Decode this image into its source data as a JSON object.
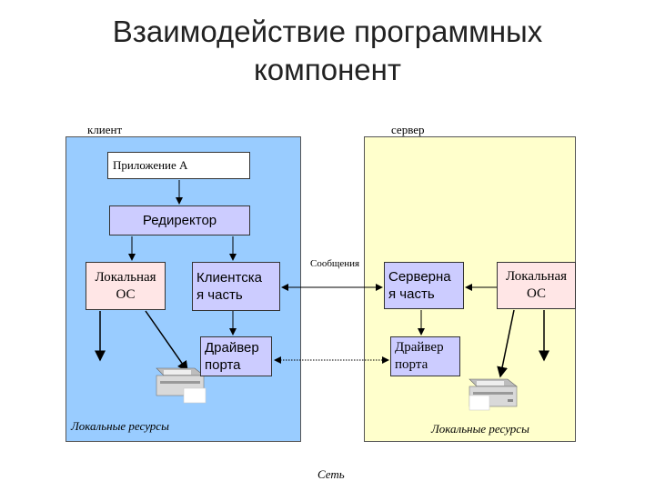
{
  "title": "Взаимодействие программных\nкомпонент",
  "client_label": "клиент",
  "server_label": "сервер",
  "app_a": "Приложение А",
  "redirector": "Редиректор",
  "client_local_os": "Локальная\nОС",
  "client_part": "Клиентска\nя часть",
  "client_driver": "Драйвер\nпорта",
  "messages_label": "Сообщения",
  "server_part": "Серверна\nя часть",
  "server_local_os": "Локальная\nОС",
  "server_driver": "Драйвер\nпорта",
  "client_local_resources": "Локальные ресурсы",
  "server_local_resources": "Локальные ресурсы",
  "network_label": "Сеть",
  "colors": {
    "client_panel": "#99ccff",
    "server_panel": "#ffffcc",
    "component_box": "#ccccff",
    "os_box": "#ffe6e6"
  }
}
